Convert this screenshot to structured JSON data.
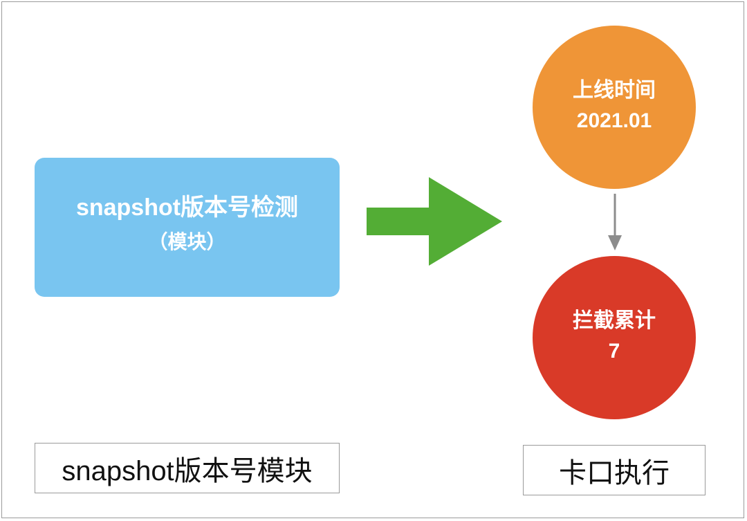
{
  "module_box": {
    "title": "snapshot版本号检测",
    "subtitle": "（模块）"
  },
  "launch_circle": {
    "label": "上线时间",
    "value": "2021.01"
  },
  "block_circle": {
    "label": "拦截累计",
    "value": "7"
  },
  "captions": {
    "left": "snapshot版本号模块",
    "right": "卡口执行"
  },
  "colors": {
    "module_box": "#79c5f0",
    "arrow": "#53ad35",
    "launch_circle": "#ef9537",
    "block_circle": "#d93a28",
    "connector": "#8c8c8c"
  }
}
